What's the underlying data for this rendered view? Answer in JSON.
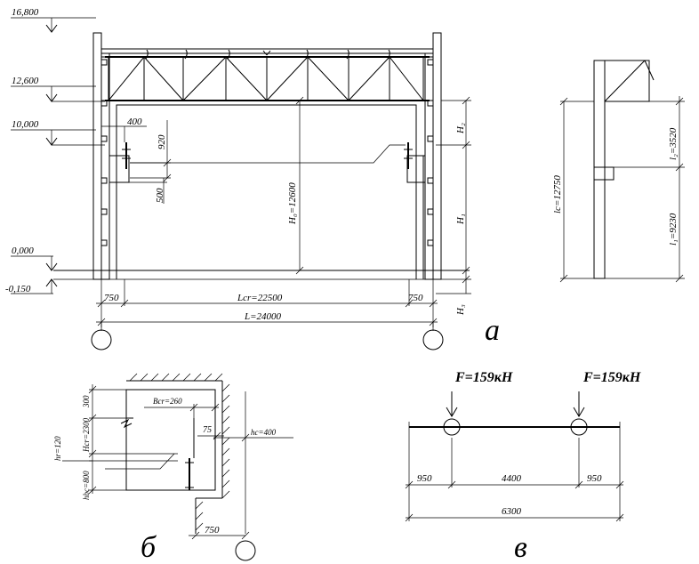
{
  "frame": {
    "elevations": [
      "16,800",
      "12,600",
      "10,000",
      "0,000",
      "-0,150"
    ],
    "height_labels": [
      "H₂",
      "H₁",
      "H₃"
    ],
    "total_height": "H₀=12600",
    "bracket_dims": [
      "400",
      "920",
      "500"
    ],
    "bottom_dims": [
      "750",
      "Lcr=22500",
      "750"
    ],
    "span": "L=24000",
    "label": "а"
  },
  "column": {
    "lc": "lc=12750",
    "l2": "l₂=3520",
    "l1": "l₁=9230"
  },
  "crane": {
    "dims": [
      "300",
      "Hcr=2300",
      "hr=120",
      "hbc=800"
    ],
    "bcr": "Bcr=260",
    "gap": "75",
    "hc": "hc=400",
    "offset": "750",
    "label": "б"
  },
  "beam": {
    "load1": "F=159кН",
    "load2": "F=159кН",
    "dims": [
      "950",
      "4400",
      "950"
    ],
    "total": "6300",
    "label": "в"
  }
}
